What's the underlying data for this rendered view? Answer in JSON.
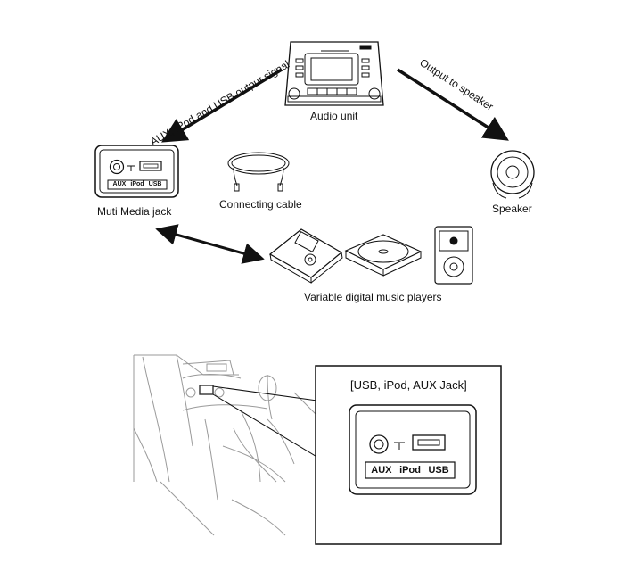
{
  "labels": {
    "audio_unit": "Audio unit",
    "multimedia_jack": "Muti Media jack",
    "connecting_cable": "Connecting cable",
    "speaker": "Speaker",
    "music_players": "Variable digital music players",
    "signal_arrow": "AUX, iPod and USB output signal",
    "speaker_arrow": "Output to speaker",
    "inset_title": "[USB, iPod, AUX Jack]"
  },
  "jack_panel": {
    "aux": "AUX",
    "ipod": "iPod",
    "usb": "USB"
  },
  "colors": {
    "line": "#111111",
    "background": "#ffffff",
    "sketch": "#9a9a9a"
  }
}
